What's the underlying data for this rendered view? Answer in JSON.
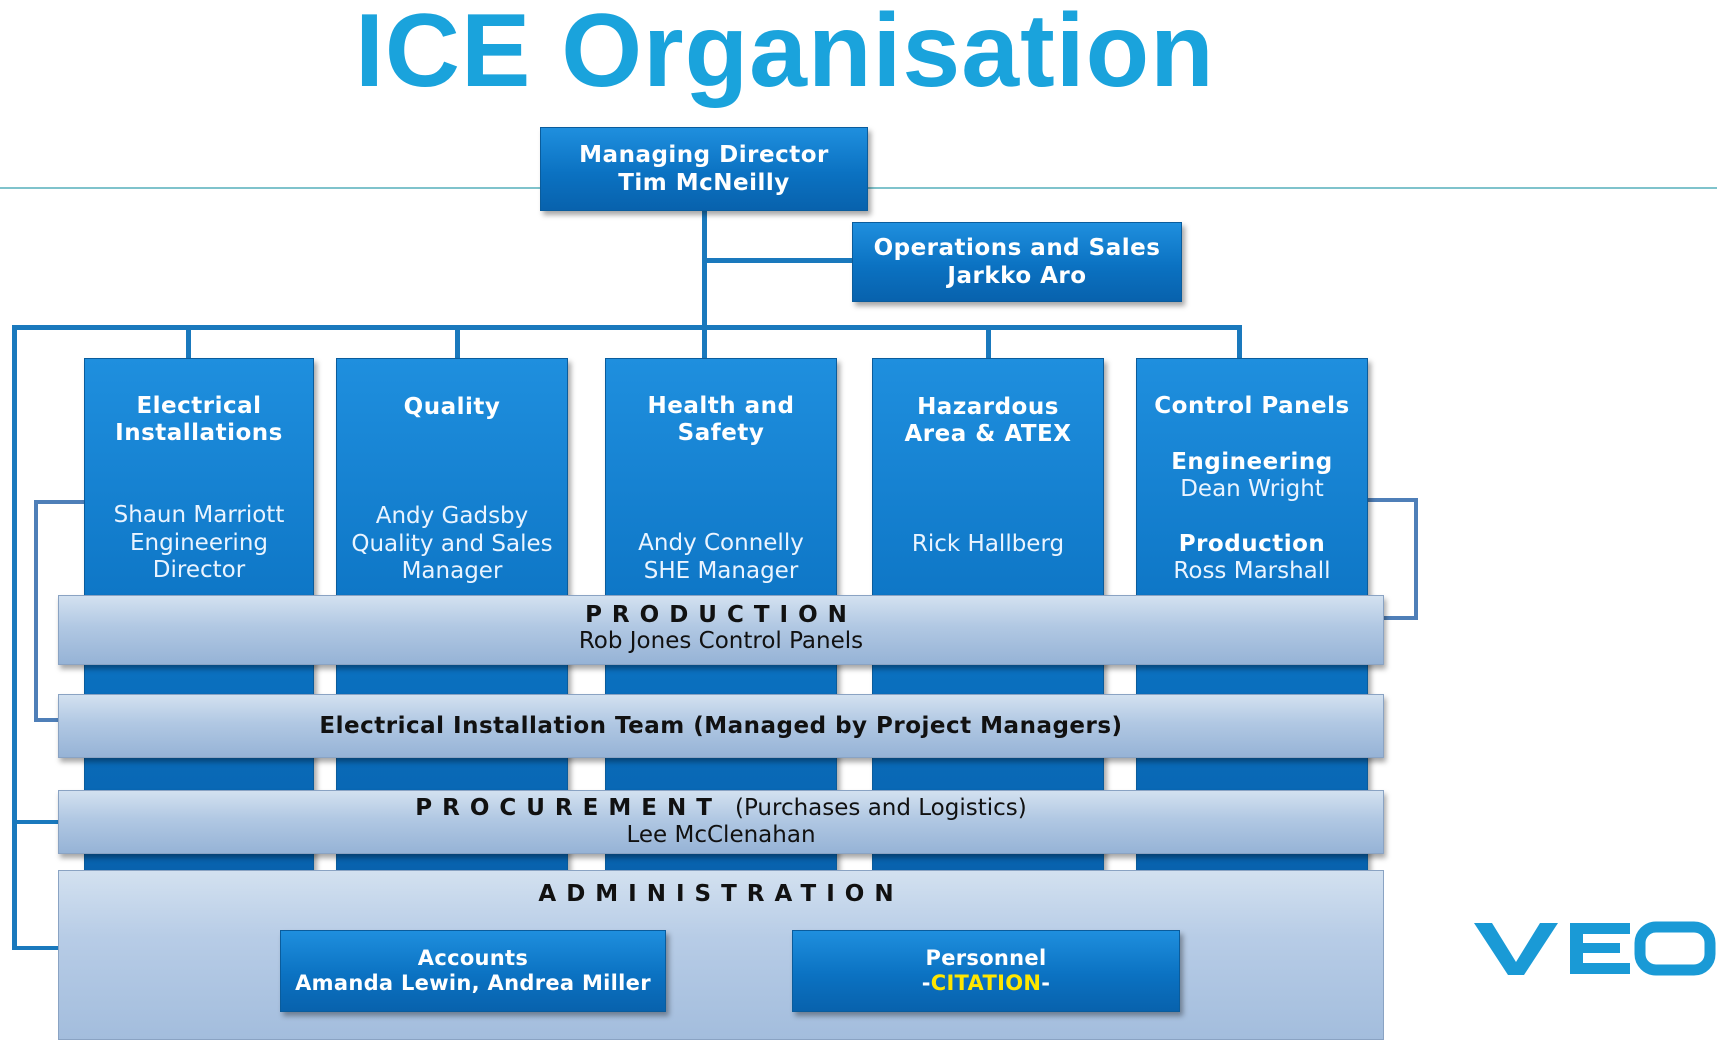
{
  "title": "ICE Organisation",
  "colors": {
    "title": "#1aa3dc",
    "box_blue": "#0b72c2",
    "band": "#b1c8e3",
    "connector": "#1a79bd",
    "logo": "#1a9ad6",
    "citation": "#ffe600"
  },
  "managing_director": {
    "role": "Managing Director",
    "name": "Tim McNeilly"
  },
  "operations": {
    "role": "Operations and Sales",
    "name": "Jarkko Aro"
  },
  "columns": [
    {
      "head": "Electrical\nInstallations",
      "text": "Shaun Marriott\nEngineering\nDirector"
    },
    {
      "head": "Quality",
      "text": "Andy Gadsby\nQuality and Sales\nManager"
    },
    {
      "head": "Health and\nSafety",
      "text": "Andy Connelly\nSHE Manager"
    },
    {
      "head": "Hazardous\nArea & ATEX",
      "text": "Rick Hallberg"
    },
    {
      "head": "Control Panels",
      "sub1_head": "Engineering",
      "sub1_name": "Dean Wright",
      "sub2_head": "Production",
      "sub2_name": "Ross Marshall"
    }
  ],
  "bands": {
    "production": {
      "title": "PRODUCTION",
      "sub": "Rob Jones Control Panels"
    },
    "electrical_team": {
      "title": "Electrical Installation Team (Managed by Project Managers)"
    },
    "procurement": {
      "title": "PROCUREMENT",
      "note": "(Purchases and Logistics)",
      "sub": "Lee McClenahan"
    },
    "administration": {
      "title": "ADMINISTRATION"
    }
  },
  "accounts": {
    "role": "Accounts",
    "names": "Amanda Lewin, Andrea Miller"
  },
  "personnel": {
    "role": "Personnel",
    "citation_prefix": "-",
    "citation": "CITATION",
    "citation_suffix": "-"
  },
  "logo_text": "VEO"
}
